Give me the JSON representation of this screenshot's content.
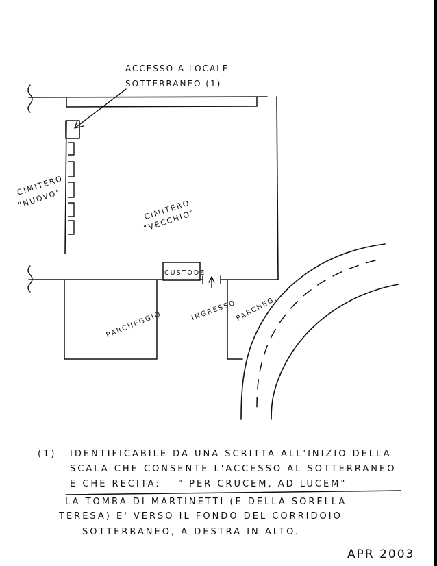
{
  "map": {
    "access_label_line1": "ACCESSO A LOCALE",
    "access_label_line2": "SOTTERRANEO (1)",
    "new_cemetery_line1": "CIMITERO",
    "new_cemetery_line2": "\"NUOVO\"",
    "old_cemetery_line1": "CIMITERO",
    "old_cemetery_line2": "\"VECCHIO\"",
    "custodian": "CUSTODE",
    "entrance": "INGRESSO",
    "parking_main": "PARCHEGGIO",
    "parking_side": "PARCHEG."
  },
  "footnote": {
    "marker": "(1)",
    "line1": "IDENTIFICABILE DA UNA SCRITTA ALL'INIZIO DELLA",
    "line2": "SCALA CHE CONSENTE L'ACCESSO AL SOTTERRANEO",
    "line3_prefix": "E CHE RECITA:",
    "inscription": "\" PER CRUCEM, AD LUCEM\"",
    "line4": "LA TOMBA DI MARTINETTI (E DELLA SORELLA",
    "line5": "TERESA) E' VERSO IL FONDO DEL CORRIDOIO",
    "line6": "SOTTERRANEO, A DESTRA IN ALTO."
  },
  "signature": "APR 2003"
}
